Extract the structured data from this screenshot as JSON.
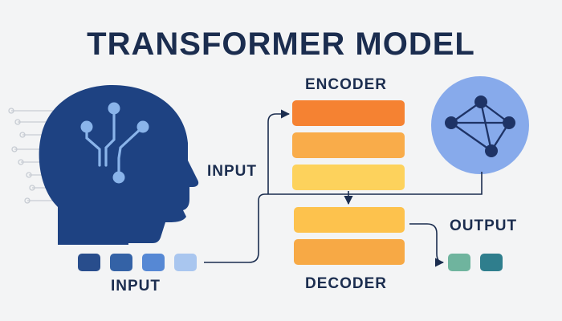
{
  "title": "TRANSFORMER MODEL",
  "labels": {
    "encoder": "ENCODER",
    "decoder": "DECODER",
    "input_mid": "INPUT",
    "input_bottom": "INPUT",
    "output": "OUTPUT"
  },
  "colors": {
    "background": "#f3f4f5",
    "title_text": "#1b2d4f",
    "head": "#1e4282",
    "circuit": "#8ab4ea",
    "encoder_layers": [
      "#f58232",
      "#f9ac4a",
      "#fdd25c"
    ],
    "decoder_layers": [
      "#fdc24d",
      "#f7a945"
    ],
    "input_tokens": [
      "#284d8c",
      "#3462a6",
      "#5688d4",
      "#a9c6ef"
    ],
    "output_tokens": [
      "#6fb49e",
      "#2f7e8d"
    ],
    "network_circle": "#87aaeb",
    "network_nodes": "#1e3366",
    "arrows": "#1b2d4f"
  },
  "icons": [
    "head-silhouette-icon",
    "circuit-icon",
    "neural-network-icon"
  ]
}
